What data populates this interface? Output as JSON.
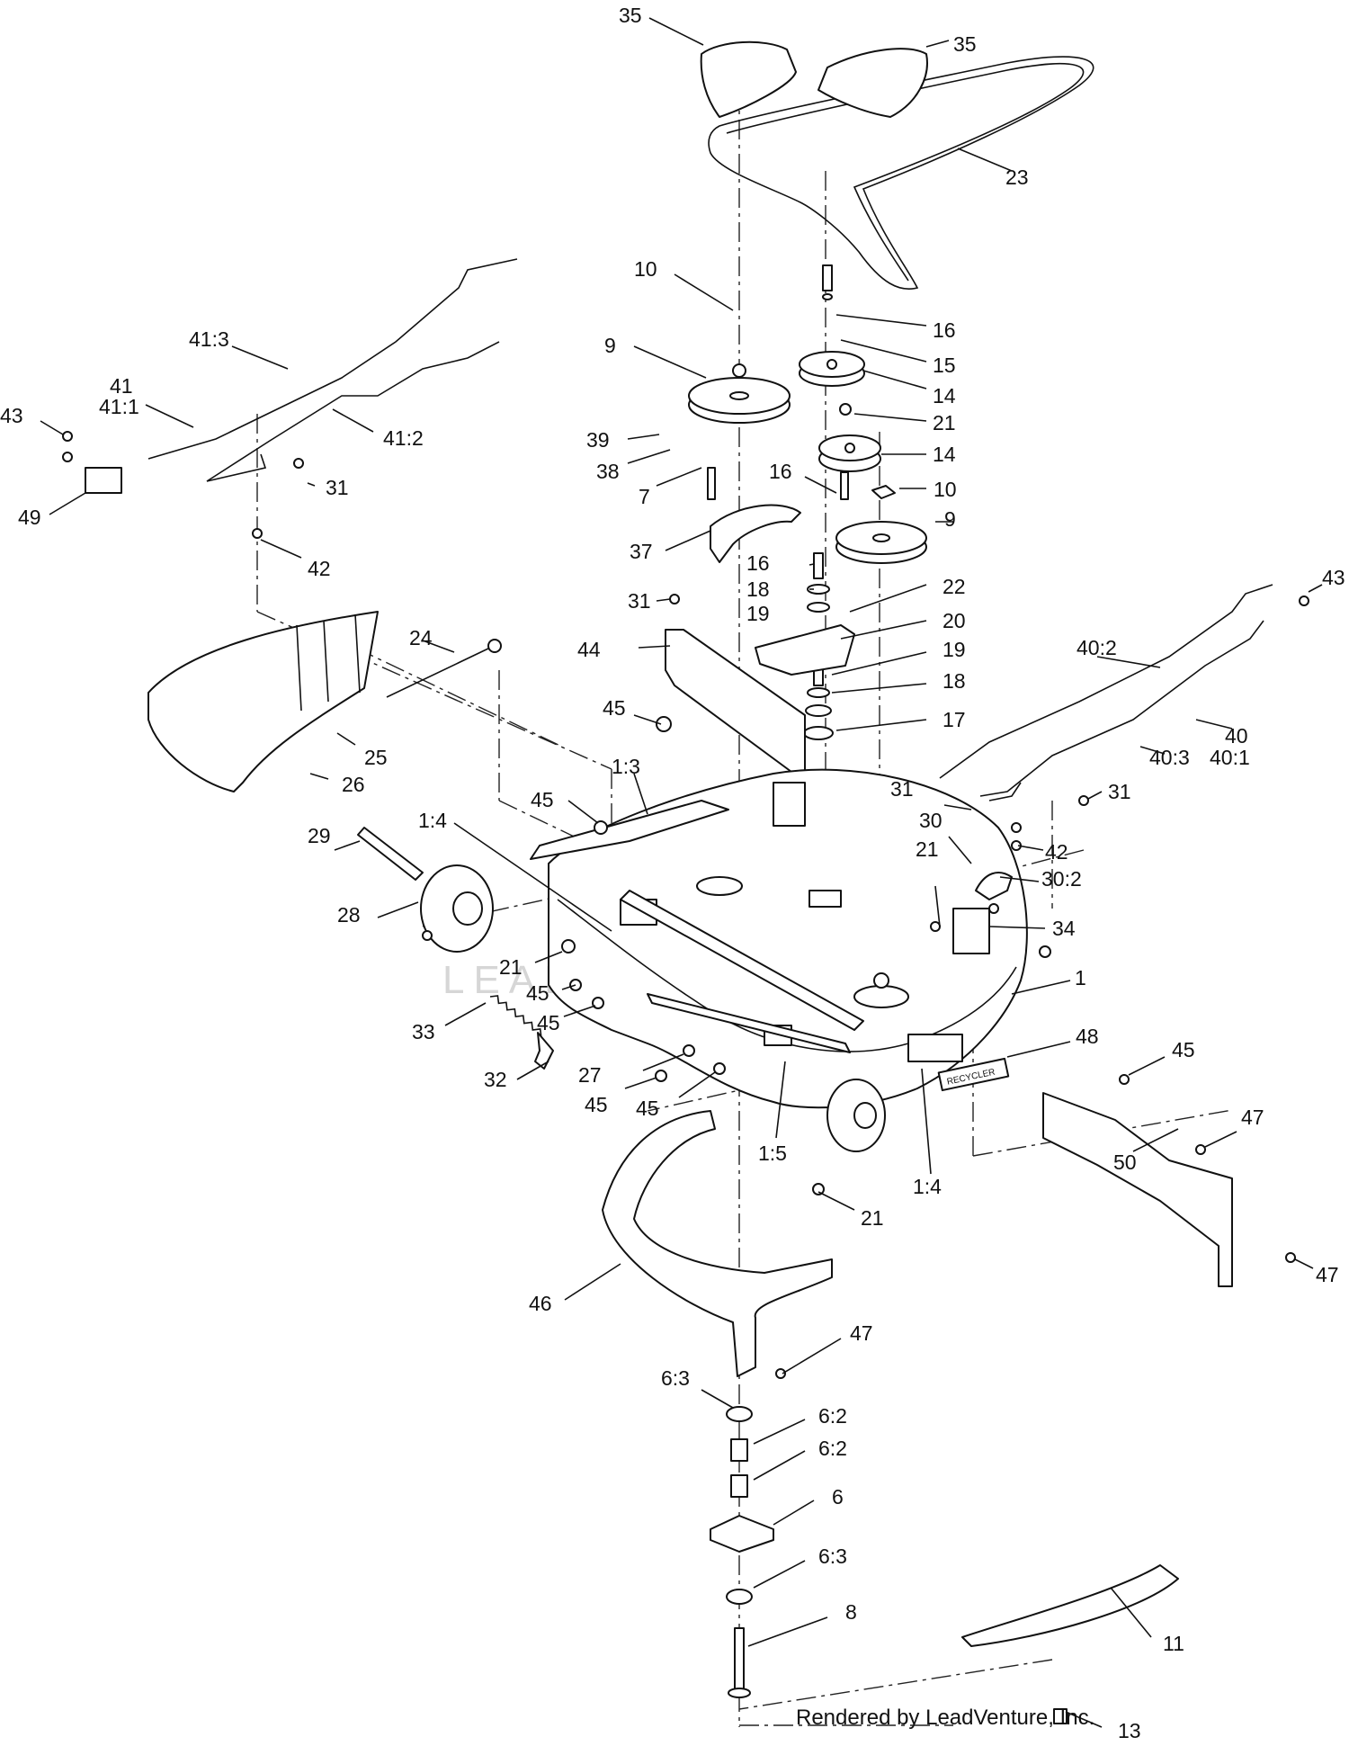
{
  "footer_text": "Rendered by LeadVenture, Inc.",
  "watermark_text": "LEADVENTURE",
  "decal_text": "RECYCLER",
  "callouts": [
    {
      "id": "c1",
      "text": "35"
    },
    {
      "id": "c2",
      "text": "35"
    },
    {
      "id": "c3",
      "text": "23"
    },
    {
      "id": "c4",
      "text": "10"
    },
    {
      "id": "c5",
      "text": "16"
    },
    {
      "id": "c6",
      "text": "9"
    },
    {
      "id": "c7",
      "text": "15"
    },
    {
      "id": "c8",
      "text": "14"
    },
    {
      "id": "c9",
      "text": "21"
    },
    {
      "id": "c10",
      "text": "14"
    },
    {
      "id": "c11",
      "text": "39"
    },
    {
      "id": "c12",
      "text": "38"
    },
    {
      "id": "c13",
      "text": "16"
    },
    {
      "id": "c14",
      "text": "7"
    },
    {
      "id": "c15",
      "text": "10"
    },
    {
      "id": "c16",
      "text": "9"
    },
    {
      "id": "c17",
      "text": "37"
    },
    {
      "id": "c18",
      "text": "16"
    },
    {
      "id": "c19",
      "text": "18"
    },
    {
      "id": "c20",
      "text": "19"
    },
    {
      "id": "c21",
      "text": "22"
    },
    {
      "id": "c22",
      "text": "31"
    },
    {
      "id": "c23",
      "text": "20"
    },
    {
      "id": "c24",
      "text": "19"
    },
    {
      "id": "c25",
      "text": "44"
    },
    {
      "id": "c26",
      "text": "18"
    },
    {
      "id": "c27",
      "text": "17"
    },
    {
      "id": "c28",
      "text": "45"
    },
    {
      "id": "c29",
      "text": "41:3"
    },
    {
      "id": "c30",
      "text": "41"
    },
    {
      "id": "c31",
      "text": "41:1"
    },
    {
      "id": "c32",
      "text": "41:2"
    },
    {
      "id": "c33",
      "text": "43"
    },
    {
      "id": "c34",
      "text": "31"
    },
    {
      "id": "c35",
      "text": "49"
    },
    {
      "id": "c36",
      "text": "42"
    },
    {
      "id": "c37",
      "text": "24"
    },
    {
      "id": "c38",
      "text": "25"
    },
    {
      "id": "c39",
      "text": "26"
    },
    {
      "id": "c40",
      "text": "1:3"
    },
    {
      "id": "c41",
      "text": "45"
    },
    {
      "id": "c42",
      "text": "1:4"
    },
    {
      "id": "c43",
      "text": "29"
    },
    {
      "id": "c44",
      "text": "28"
    },
    {
      "id": "c45",
      "text": "21"
    },
    {
      "id": "c46",
      "text": "45"
    },
    {
      "id": "c47",
      "text": "33"
    },
    {
      "id": "c48",
      "text": "45"
    },
    {
      "id": "c49",
      "text": "32"
    },
    {
      "id": "c50",
      "text": "27"
    },
    {
      "id": "c51",
      "text": "45"
    },
    {
      "id": "c52",
      "text": "45"
    },
    {
      "id": "c53",
      "text": "43"
    },
    {
      "id": "c54",
      "text": "40:2"
    },
    {
      "id": "c55",
      "text": "40"
    },
    {
      "id": "c56",
      "text": "40:1"
    },
    {
      "id": "c57",
      "text": "40:3"
    },
    {
      "id": "c58",
      "text": "31"
    },
    {
      "id": "c59",
      "text": "31"
    },
    {
      "id": "c60",
      "text": "30"
    },
    {
      "id": "c61",
      "text": "21"
    },
    {
      "id": "c62",
      "text": "42"
    },
    {
      "id": "c63",
      "text": "30:2"
    },
    {
      "id": "c64",
      "text": "34"
    },
    {
      "id": "c65",
      "text": "1"
    },
    {
      "id": "c66",
      "text": "48"
    },
    {
      "id": "c67",
      "text": "45"
    },
    {
      "id": "c68",
      "text": "47"
    },
    {
      "id": "c69",
      "text": "1:5"
    },
    {
      "id": "c70",
      "text": "1:4"
    },
    {
      "id": "c71",
      "text": "21"
    },
    {
      "id": "c72",
      "text": "50"
    },
    {
      "id": "c73",
      "text": "47"
    },
    {
      "id": "c74",
      "text": "46"
    },
    {
      "id": "c75",
      "text": "47"
    },
    {
      "id": "c76",
      "text": "6:3"
    },
    {
      "id": "c77",
      "text": "6:2"
    },
    {
      "id": "c78",
      "text": "6:2"
    },
    {
      "id": "c79",
      "text": "6"
    },
    {
      "id": "c80",
      "text": "6:3"
    },
    {
      "id": "c81",
      "text": "8"
    },
    {
      "id": "c82",
      "text": "11"
    },
    {
      "id": "c83",
      "text": "13"
    }
  ]
}
